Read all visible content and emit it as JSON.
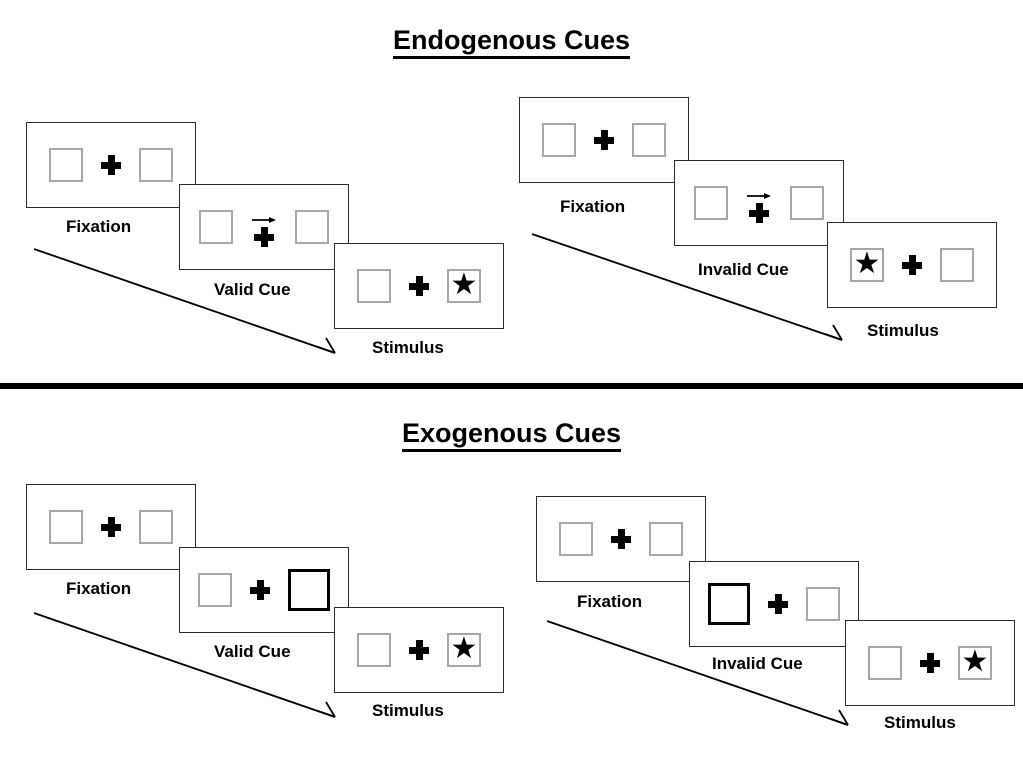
{
  "sections": [
    {
      "id": "endogenous",
      "title": "Endogenous Cues",
      "columns": [
        {
          "id": "endogenous-valid",
          "frames": [
            {
              "caption": "Fixation",
              "cue_type": "none",
              "left_box": "empty",
              "right_box": "empty"
            },
            {
              "caption": "Valid Cue",
              "cue_type": "arrow-right",
              "left_box": "empty",
              "right_box": "empty"
            },
            {
              "caption": "Stimulus",
              "cue_type": "none",
              "left_box": "empty",
              "right_box": "star"
            }
          ]
        },
        {
          "id": "endogenous-invalid",
          "frames": [
            {
              "caption": "Fixation",
              "cue_type": "none",
              "left_box": "empty",
              "right_box": "empty"
            },
            {
              "caption": "Invalid Cue",
              "cue_type": "arrow-right",
              "left_box": "empty",
              "right_box": "empty"
            },
            {
              "caption": "Stimulus",
              "cue_type": "none",
              "left_box": "star",
              "right_box": "empty"
            }
          ]
        }
      ]
    },
    {
      "id": "exogenous",
      "title": "Exogenous Cues",
      "columns": [
        {
          "id": "exogenous-valid",
          "frames": [
            {
              "caption": "Fixation",
              "cue_type": "none",
              "left_box": "empty",
              "right_box": "empty"
            },
            {
              "caption": "Valid Cue",
              "cue_type": "box-highlight-right",
              "left_box": "empty",
              "right_box": "cued"
            },
            {
              "caption": "Stimulus",
              "cue_type": "none",
              "left_box": "empty",
              "right_box": "star"
            }
          ]
        },
        {
          "id": "exogenous-invalid",
          "frames": [
            {
              "caption": "Fixation",
              "cue_type": "none",
              "left_box": "empty",
              "right_box": "empty"
            },
            {
              "caption": "Invalid Cue",
              "cue_type": "box-highlight-left",
              "left_box": "cued",
              "right_box": "empty"
            },
            {
              "caption": "Stimulus",
              "cue_type": "none",
              "left_box": "empty",
              "right_box": "star"
            }
          ]
        }
      ]
    }
  ],
  "glyphs": {
    "star": "★"
  },
  "colors": {
    "ink": "#000000",
    "panel_border": "#2b2b2b",
    "box_border": "#a6a6a6",
    "cued_box_border": "#000000",
    "background": "#ffffff"
  }
}
